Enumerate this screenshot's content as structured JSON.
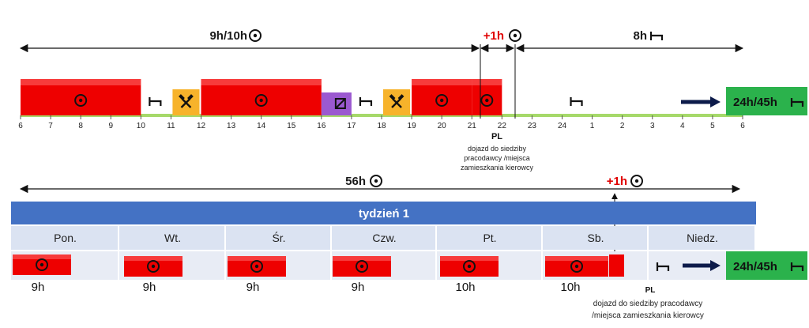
{
  "colors": {
    "drive": "#ee0000",
    "rest_line": "#a6d96a",
    "work": "#f7b32b",
    "availability": "#9b59d0",
    "end_rest": "#2bb24c",
    "week_header": "#4472c4",
    "day_cell": "#dbe3f2",
    "extra_hour": "#e00000",
    "arrow": "#0d1b4a"
  },
  "icons": {
    "drive": "steering-wheel-icon",
    "rest": "bed-icon",
    "work": "crossed-hammers-icon",
    "availability": "availability-square-icon",
    "arrow": "right-arrow-icon"
  },
  "top": {
    "drive_total_label": "9h/10h",
    "extra_label": "+1h",
    "rest_label": "8h",
    "end_rest_label": "24h/45h",
    "pl_label": "PL",
    "note_lines": [
      "dojazd do siedziby",
      "pracodawcy /miejsca",
      "zamieszkania kierowcy"
    ],
    "ticks": [
      "6",
      "7",
      "8",
      "9",
      "10",
      "11",
      "12",
      "13",
      "14",
      "15",
      "16",
      "17",
      "18",
      "19",
      "20",
      "21",
      "22",
      "23",
      "24",
      "1",
      "2",
      "3",
      "4",
      "5",
      "6"
    ],
    "segments": [
      {
        "kind": "drive",
        "from": 6,
        "to": 10
      },
      {
        "kind": "rest",
        "from": 10,
        "to": 11
      },
      {
        "kind": "work",
        "from": 11,
        "to": 12
      },
      {
        "kind": "drive",
        "from": 12,
        "to": 16
      },
      {
        "kind": "availability",
        "from": 16,
        "to": 17
      },
      {
        "kind": "rest",
        "from": 17,
        "to": 18
      },
      {
        "kind": "work",
        "from": 18,
        "to": 19
      },
      {
        "kind": "drive",
        "from": 19,
        "to": 21
      },
      {
        "kind": "drive_extra",
        "from": 21,
        "to": 22
      },
      {
        "kind": "rest",
        "from": 22,
        "to": 30
      }
    ]
  },
  "bottom": {
    "week_total_label": "56h",
    "extra_label": "+1h",
    "week_header": "tydzień 1",
    "days": [
      "Pon.",
      "Wt.",
      "Śr.",
      "Czw.",
      "Pt.",
      "Sb.",
      "Niedz."
    ],
    "hours": [
      "9h",
      "9h",
      "9h",
      "9h",
      "10h",
      "10h"
    ],
    "end_rest_label": "24h/45h",
    "pl_label": "PL",
    "note_lines": [
      "dojazd do siedziby pracodawcy",
      "/miejsca zamieszkania kierowcy"
    ]
  }
}
